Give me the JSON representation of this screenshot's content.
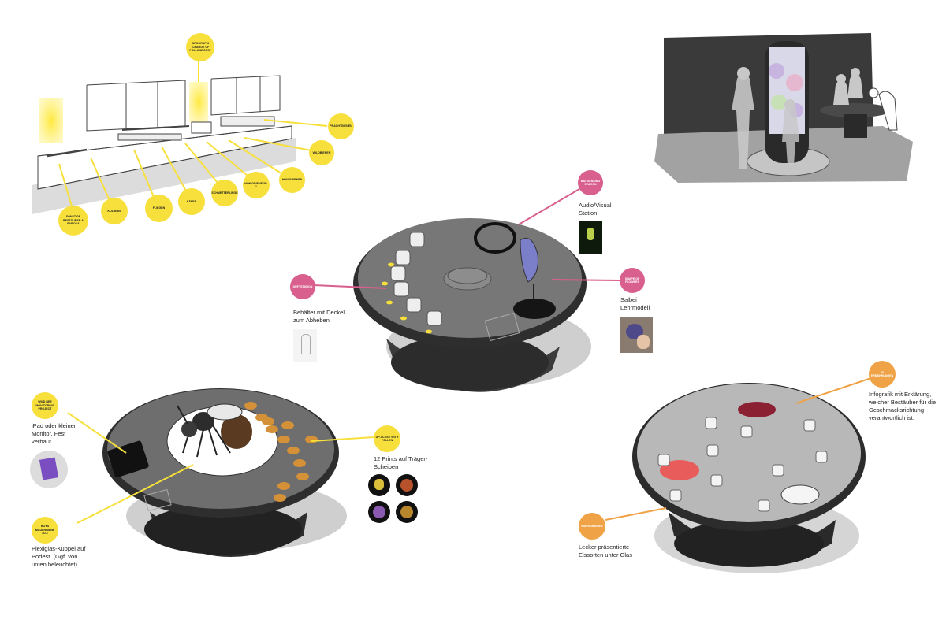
{
  "colors": {
    "yellow": "#f7e03c",
    "pink": "#d95f8e",
    "orange": "#efa246",
    "table": "#5a5a5a",
    "shadow": "#c8c8c8"
  },
  "wall": {
    "infografik": "INFOGRAFIK \"LEAGUE OF POLLINATORS\"",
    "prachtbienen": "PRACHTBIENEN",
    "wildbienen": "WILDBIENEN",
    "honigbienen": "HONIGBIENEN",
    "honigbiene_3d": "HONIGBIENE 3D-1",
    "schmetterlinge": "SCHMETTERLINGE",
    "kafer": "KÄFER",
    "fliegen": "FLIEGEN",
    "kolibris": "KOLIBRIS",
    "sonstige": "SONSTIGE BESTÄUBER & EUROSA"
  },
  "center": {
    "audio_bubble": "BAT SENSING STATION",
    "audio_title": "Audio/Visual Station",
    "shape_bubble": "SHAPE OF FLOWERS",
    "salbei": "Salbei Lehrmodell",
    "duft_bubble": "DUFTSTATION",
    "behaelter": "Behälter mit Deckel zum Abheben"
  },
  "left": {
    "wildbee_bubble": "WILD BEE MONITORING PROJECT",
    "ipad": "iPad oder kleiner Monitor. Fest verbaut",
    "upclose_bubble": "UP-CLOSE WITH POLLEN",
    "prints": "12 Prints auf Träger-Scheiben",
    "bug_bubble": "BOYS MAUERBIENE 3D-1",
    "plexi": "Plexiglas-Kuppel auf Podest. (Ggf. von unten beleuchtet)"
  },
  "right": {
    "top_bubble": "3D ERNÄHRUNGEN",
    "infografik_text": "Infografik mit Erklärung, welcher Bestäuber für die Geschmacksrichtung verantwortlich ist.",
    "bottom_bubble": "EISPROBIEREN",
    "lecker": "Lecker präsentierte Eissorten unter Glas"
  }
}
